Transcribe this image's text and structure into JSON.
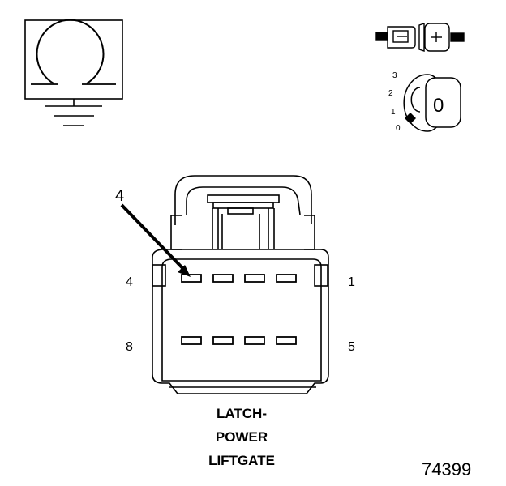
{
  "symbols": {
    "ground_icon": "ground-symbol-icon",
    "key_icon": "ignition-key-icon",
    "key_positions": [
      "3",
      "2",
      "1",
      "0"
    ],
    "key_face_label": "0"
  },
  "connector": {
    "callout_label": "4",
    "pin_labels": {
      "top_left": "4",
      "top_right": "1",
      "bottom_left": "8",
      "bottom_right": "5"
    },
    "pins_per_row": 4,
    "rows": 2
  },
  "title": {
    "line1": "LATCH-",
    "line2": "POWER",
    "line3": "LIFTGATE"
  },
  "figure_number": "74399"
}
